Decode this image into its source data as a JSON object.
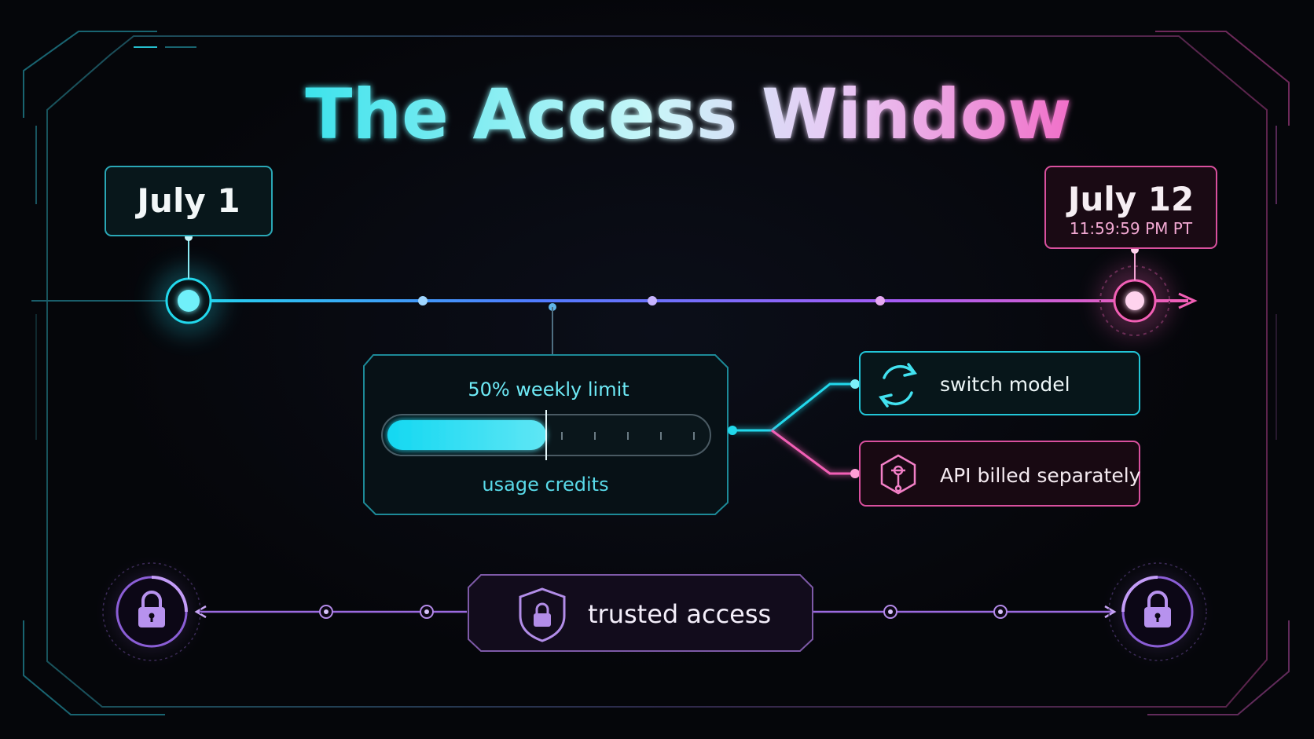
{
  "title": "The Access Window",
  "start": {
    "date": "July 1"
  },
  "end": {
    "date": "July 12",
    "time": "11:59:59 PM PT"
  },
  "usage": {
    "label_top": "50% weekly limit",
    "label_bottom": "usage credits",
    "fill_fraction": 0.5
  },
  "options": {
    "switch_model": "switch model",
    "api_billed": "API billed separately"
  },
  "trusted_access": {
    "label": "trusted access"
  },
  "icons": {
    "start_node": "timeline-start-node-icon",
    "end_node": "timeline-end-node-icon",
    "switch": "refresh-cycle-icon",
    "api": "hexagon-key-icon",
    "shield": "shield-lock-icon",
    "padlock": "padlock-icon"
  },
  "colors": {
    "cyan": "#22d8ec",
    "blue": "#4f7cff",
    "violet": "#a35cf5",
    "pink": "#f25fb5",
    "purple": "#9b6ae0"
  }
}
